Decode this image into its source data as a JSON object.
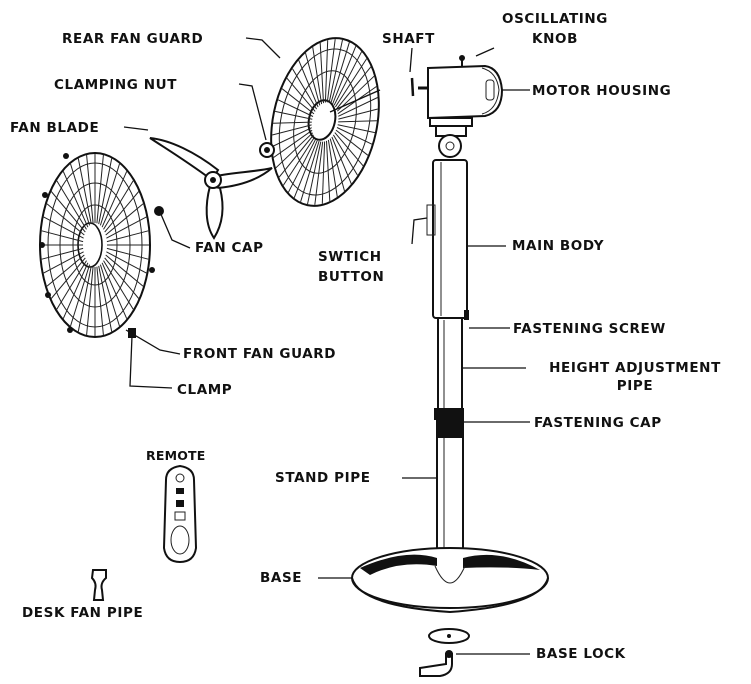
{
  "labels": {
    "rear_fan_guard": "REAR FAN GUARD",
    "oscillating_knob_1": "OSCILLATING",
    "oscillating_knob_2": "KNOB",
    "shaft": "SHAFT",
    "clamping_nut": "CLAMPING NUT",
    "motor_housing": "MOTOR HOUSING",
    "fan_blade": "FAN BLADE",
    "fan_cap": "FAN CAP",
    "switch_button_1": "SWTICH",
    "switch_button_2": "BUTTON",
    "main_body": "MAIN BODY",
    "fastening_screw": "FASTENING SCREW",
    "front_fan_guard": "FRONT FAN GUARD",
    "height_adjustment_pipe_1": "HEIGHT ADJUSTMENT",
    "height_adjustment_pipe_2": "PIPE",
    "clamp": "CLAMP",
    "fastening_cap": "FASTENING CAP",
    "remote": "REMOTE",
    "stand_pipe": "STAND PIPE",
    "base": "BASE",
    "desk_fan_pipe": "DESK FAN PIPE",
    "base_lock": "BASE LOCK"
  }
}
